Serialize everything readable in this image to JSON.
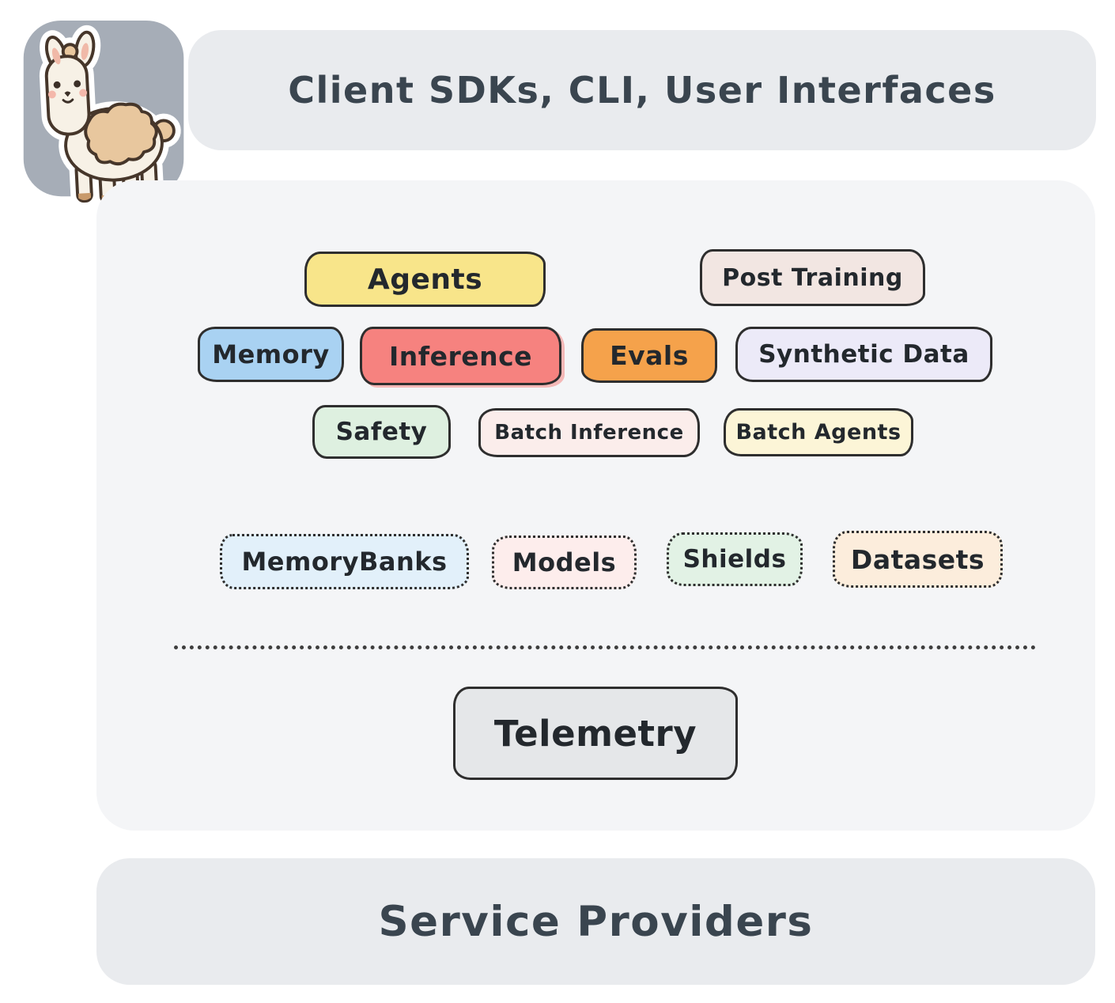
{
  "logo": {
    "name": "llama-mascot-icon",
    "badge_color": "#a6adb7"
  },
  "header": {
    "title": "Client SDKs, CLI, User Interfaces",
    "bg": "#e9ebee"
  },
  "footer": {
    "title": "Service Providers",
    "bg": "#e9ebee"
  },
  "apis": {
    "agents": {
      "label": "Agents",
      "fill": "#F8E58A"
    },
    "post_training": {
      "label": "Post Training",
      "fill": "#F2E6E2"
    },
    "memory": {
      "label": "Memory",
      "fill": "#A9D2F2"
    },
    "inference": {
      "label": "Inference",
      "fill": "#F6827F"
    },
    "evals": {
      "label": "Evals",
      "fill": "#F5A24B"
    },
    "synthetic_data": {
      "label": "Synthetic Data",
      "fill": "#ECEAF8"
    },
    "safety": {
      "label": "Safety",
      "fill": "#DEF0E0"
    },
    "batch_inference": {
      "label": "Batch Inference",
      "fill": "#FBEDEB"
    },
    "batch_agents": {
      "label": "Batch Agents",
      "fill": "#FCF5D7"
    }
  },
  "resources": {
    "memory_banks": {
      "label": "MemoryBanks",
      "fill": "#E2F0FA"
    },
    "models": {
      "label": "Models",
      "fill": "#FDEDEC"
    },
    "shields": {
      "label": "Shields",
      "fill": "#E2F2E5"
    },
    "datasets": {
      "label": "Datasets",
      "fill": "#FCEDDC"
    }
  },
  "telemetry": {
    "label": "Telemetry",
    "fill": "#E5E7E9"
  }
}
